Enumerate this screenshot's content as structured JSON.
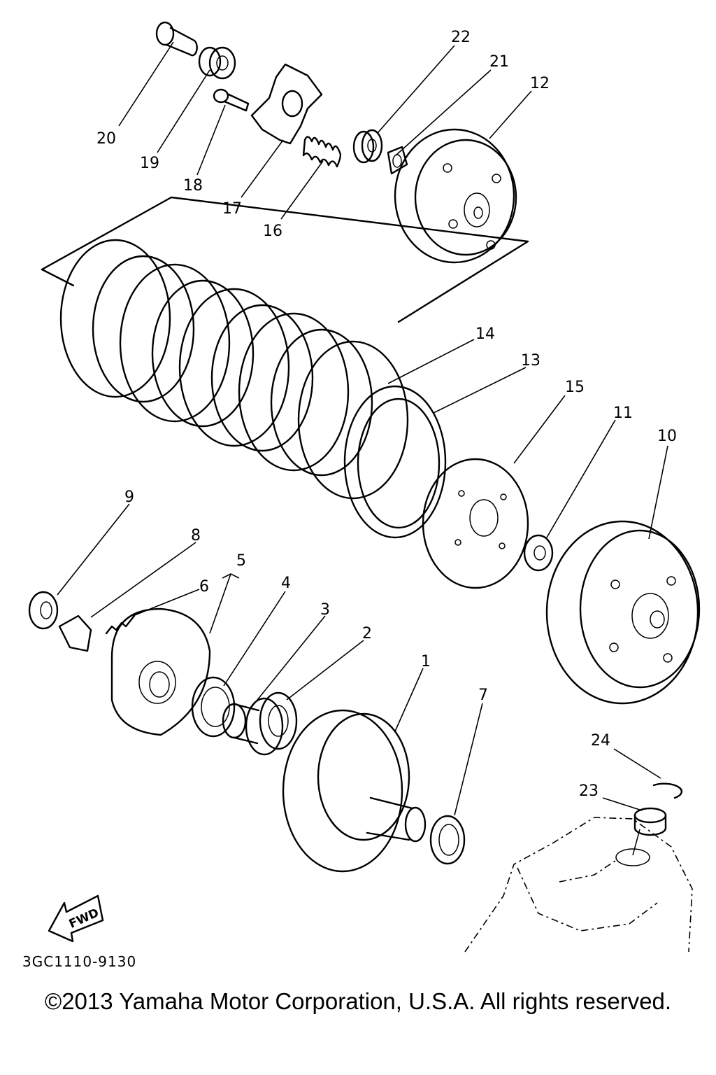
{
  "callouts": [
    {
      "id": "1",
      "label": "1"
    },
    {
      "id": "2",
      "label": "2"
    },
    {
      "id": "3",
      "label": "3"
    },
    {
      "id": "4",
      "label": "4"
    },
    {
      "id": "5",
      "label": "5"
    },
    {
      "id": "6",
      "label": "6"
    },
    {
      "id": "7",
      "label": "7"
    },
    {
      "id": "8",
      "label": "8"
    },
    {
      "id": "9",
      "label": "9"
    },
    {
      "id": "10",
      "label": "10"
    },
    {
      "id": "11",
      "label": "11"
    },
    {
      "id": "12",
      "label": "12"
    },
    {
      "id": "13",
      "label": "13"
    },
    {
      "id": "14",
      "label": "14"
    },
    {
      "id": "15",
      "label": "15"
    },
    {
      "id": "16",
      "label": "16"
    },
    {
      "id": "17",
      "label": "17"
    },
    {
      "id": "18",
      "label": "18"
    },
    {
      "id": "19",
      "label": "19"
    },
    {
      "id": "20",
      "label": "20"
    },
    {
      "id": "21",
      "label": "21"
    },
    {
      "id": "22",
      "label": "22"
    },
    {
      "id": "23",
      "label": "23"
    },
    {
      "id": "24",
      "label": "24"
    }
  ],
  "fwd_label": "FWD",
  "part_code": "3GC1110-9130",
  "copyright": "©2013 Yamaha Motor Corporation, U.S.A. All rights reserved."
}
